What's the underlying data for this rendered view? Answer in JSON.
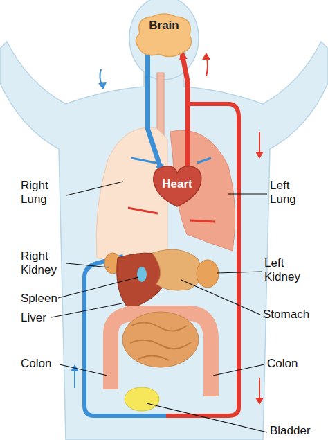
{
  "diagram": {
    "nodes": [
      {
        "text": [
          "Brain"
        ]
      },
      {
        "text": [
          "Heart"
        ]
      }
    ],
    "edges": [
      {
        "from": 1,
        "to": 0,
        "arrow": "to"
      },
      {
        "from": 0,
        "to": 1,
        "arrow": "to"
      }
    ],
    "labels": [
      "Right Lung",
      "Left Lung",
      "Right Kidney",
      "Left Kidney",
      "Spleen",
      "Liver",
      "Stomach",
      "Colon",
      "Colon",
      "Bladder"
    ]
  }
}
